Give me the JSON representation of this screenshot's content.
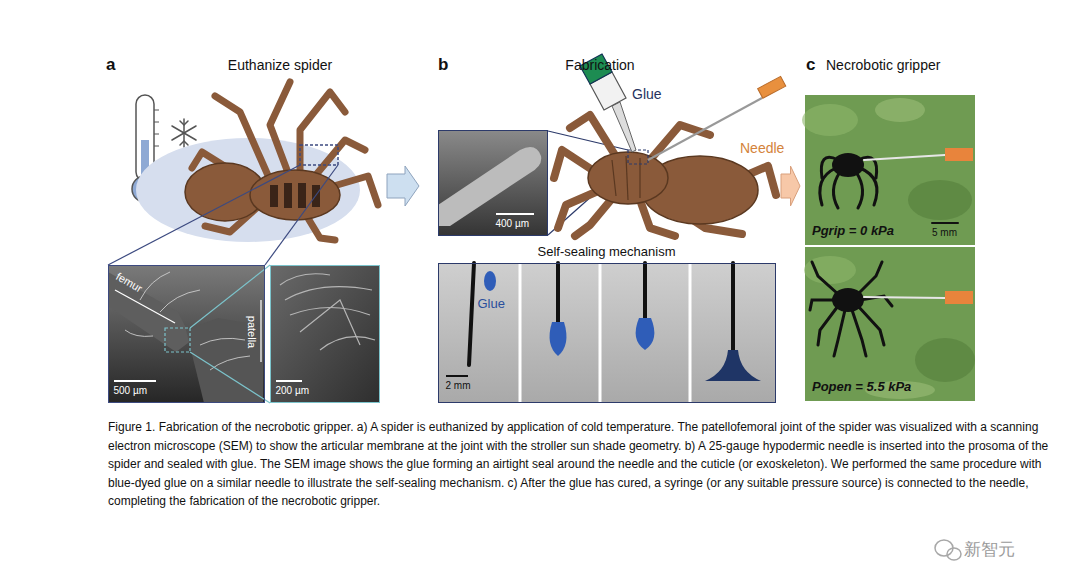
{
  "diagram": {
    "caption": "Figure 1. Fabrication of the necrobotic gripper. a) A spider is euthanized by application of cold temperature. The patellofemoral joint of the spider was visualized with a scanning electron microscope (SEM) to show the articular membrane at the joint with the stroller sun shade geometry. b) A 25-gauge hypodermic needle is inserted into the prosoma of the spider and sealed with glue. The SEM image shows the glue forming an airtight seal around the needle and the cuticle (or exoskeleton). We performed the same procedure with blue-dyed glue on a similar needle to illustrate the self-sealing mechanism. c) After the glue has cured, a syringe (or any suitable pressure source) is connected to the needle, completing the fabrication of the necrobotic gripper.",
    "nodes": [
      {
        "text": [
          "a",
          "Euthanize spider"
        ]
      },
      {
        "text": [
          "femur",
          "patella",
          "500 µm"
        ],
        "in": 0
      },
      {
        "text": [
          "200 µm"
        ],
        "in": 0
      },
      {
        "text": [
          "b",
          "Fabrication"
        ]
      },
      {
        "text": [
          "400 µm"
        ],
        "in": 3
      },
      {
        "text": [
          "Self-sealing mechanism",
          "Glue",
          "2 mm"
        ],
        "in": 3
      },
      {
        "text": [
          "c",
          "Necrobotic gripper"
        ]
      },
      {
        "text": [
          "Pgrip = 0 kPa",
          "5 mm"
        ],
        "in": 6
      },
      {
        "text": [
          "Popen = 5.5 kPa"
        ],
        "in": 6
      }
    ],
    "edges": [
      {
        "from": 0,
        "to": 3,
        "arrow": "to"
      },
      {
        "from": 3,
        "to": 6,
        "arrow": "to"
      }
    ],
    "labels": [
      "Glue",
      "Needle",
      "新智元"
    ]
  }
}
